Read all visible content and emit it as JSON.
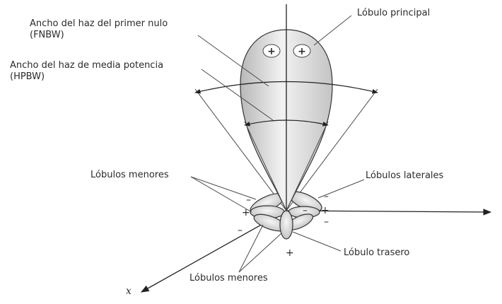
{
  "labels": {
    "fnbw_line1": "Ancho del haz del primer nulo",
    "fnbw_line2": "(FNBW)",
    "hpbw_line1": "Ancho del haz de media potencia",
    "hpbw_line2": "(HPBW)",
    "main_lobe": "Lóbulo principal",
    "minor_lobes_top": "Lóbulos menores",
    "side_lobes": "Lóbulos laterales",
    "back_lobe": "Lóbulo trasero",
    "minor_lobes_bottom": "Lóbulos menores",
    "x_axis": "x"
  },
  "signs": {
    "plus": "+",
    "minus": "–"
  },
  "colors": {
    "lobe_fill_light": "#f4f4f4",
    "lobe_fill_dark": "#bdbdbd",
    "line": "#333333"
  }
}
